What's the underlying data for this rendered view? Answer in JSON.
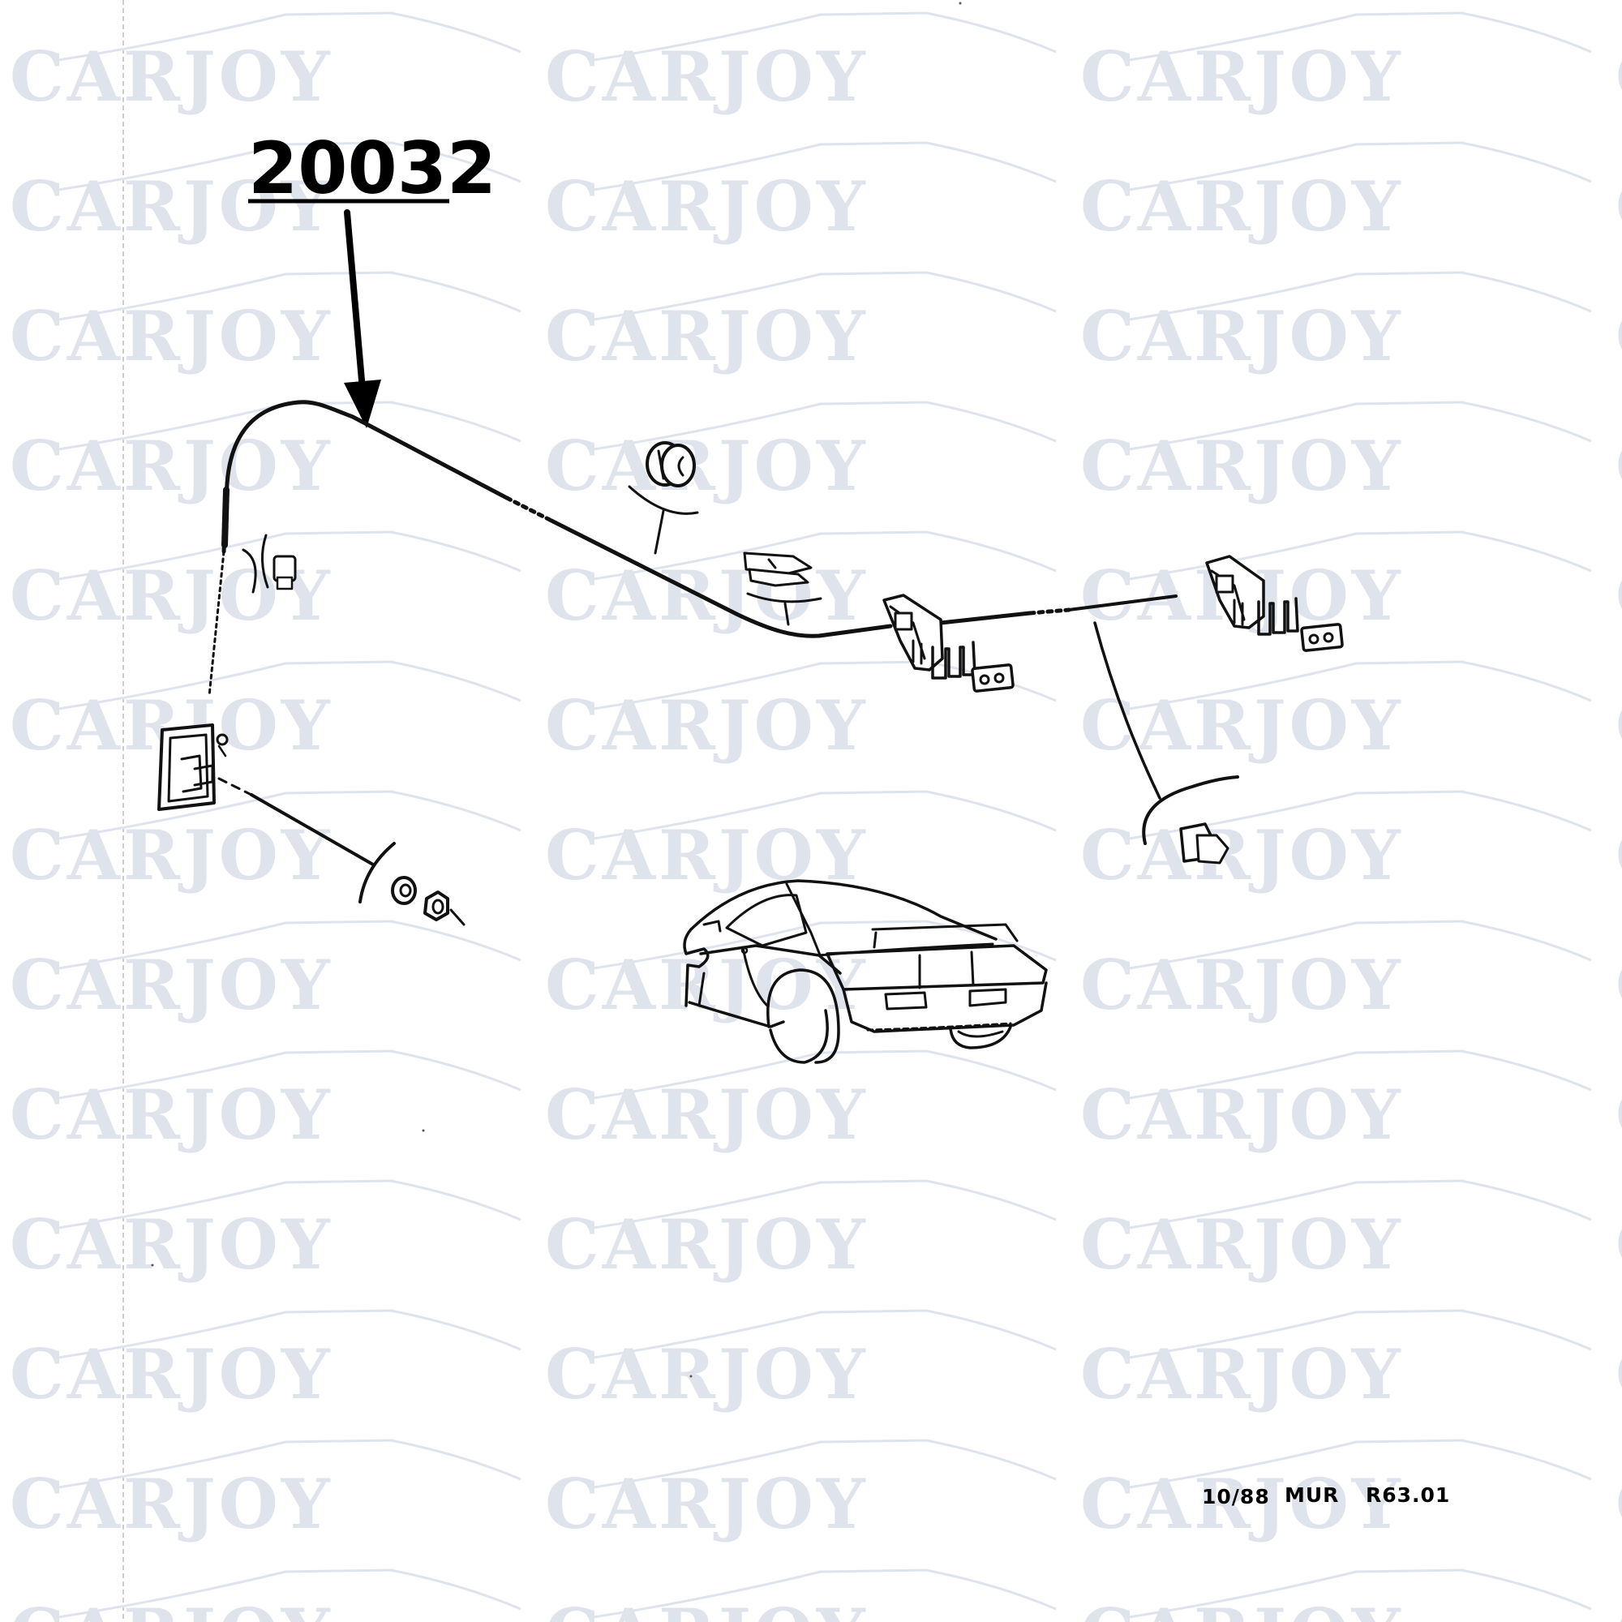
{
  "diagram": {
    "part_number": "20032",
    "footer": {
      "date": "10/88",
      "code": "MUR",
      "reference": "R63.01"
    }
  },
  "watermark": {
    "text": "CARJOY",
    "color": "#dfe3ec",
    "rows": 13,
    "columns": 4
  }
}
